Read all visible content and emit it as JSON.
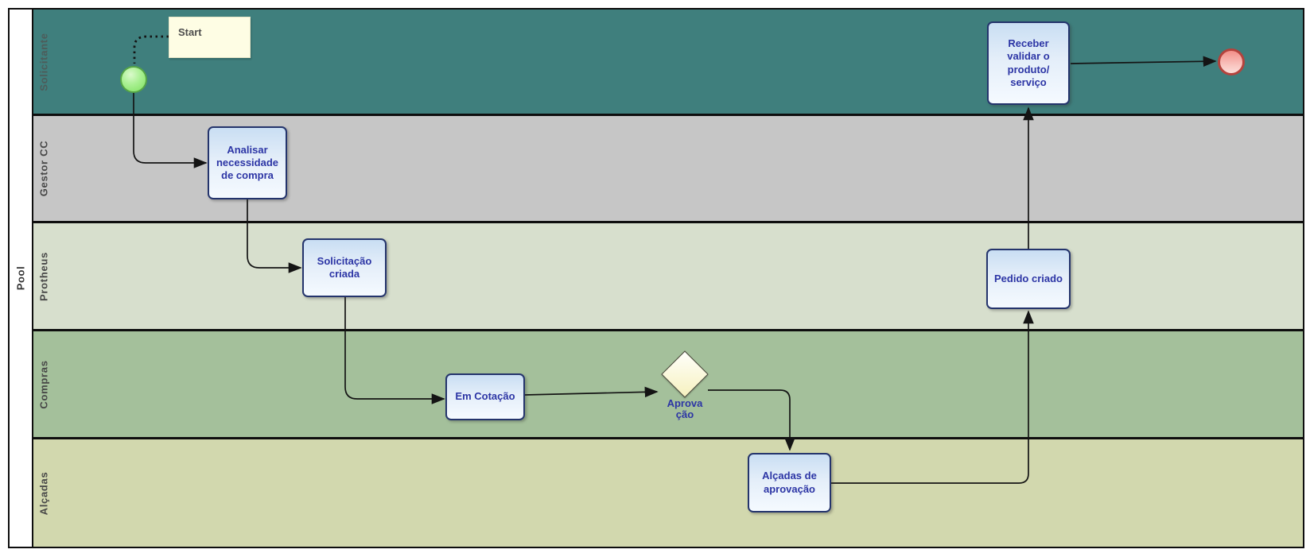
{
  "pool": {
    "label": "Pool"
  },
  "lanes": [
    {
      "label": "Solicitante",
      "color": "#3F7F7D"
    },
    {
      "label": "Gestor CC",
      "color": "#C6C6C6"
    },
    {
      "label": "Protheus",
      "color": "#D7DFCD"
    },
    {
      "label": "Compras",
      "color": "#A4C09B"
    },
    {
      "label": "Alçadas",
      "color": "#D2D8AE"
    }
  ],
  "nodes": {
    "note_start": {
      "label": "Start"
    },
    "start_event": {
      "icon": "start-event-circle",
      "fill": "#7FE160",
      "border": "#55A546"
    },
    "task_analisar": {
      "label": "Analisar necessidade de compra"
    },
    "task_solicitacao": {
      "label": "Solicitação criada"
    },
    "task_em_cotacao": {
      "label": "Em Cotação"
    },
    "gateway_aprovacao": {
      "label": "Aprovação",
      "lines": [
        "Aprova",
        "ção"
      ],
      "fill": "#F6F1BF"
    },
    "task_alcadas": {
      "label": "Alçadas de aprovação"
    },
    "task_pedido": {
      "label": "Pedido criado"
    },
    "task_receber": {
      "label": "Receber validar o produto/ serviço"
    },
    "end_event": {
      "icon": "end-event-circle",
      "fill": "#F2908A",
      "border": "#B4433D"
    }
  },
  "style": {
    "task_fill_top": "#C9DEF3",
    "task_border": "#24346C",
    "task_text": "#2C35A5",
    "note_fill": "#FEFDE4",
    "connector": "#141414"
  }
}
